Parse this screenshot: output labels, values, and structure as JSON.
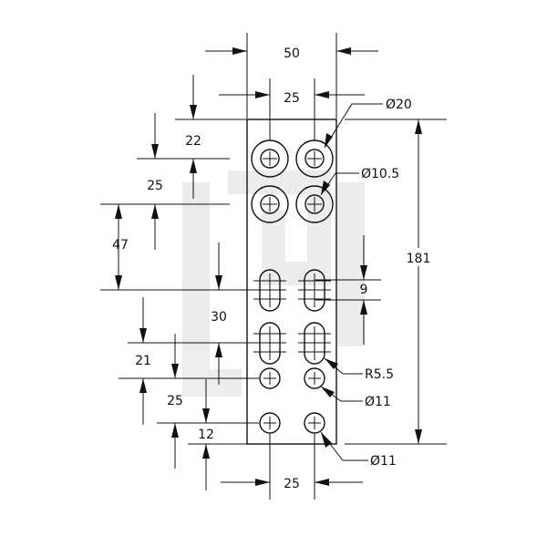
{
  "dimensions": {
    "top_width": "50",
    "hole_pitch_top": "25",
    "top_offset": "22",
    "row_pitch": "25",
    "to_slots": "47",
    "slot_gap": "30",
    "slot_row": "21",
    "round_pitch": "25",
    "bottom_offset": "12",
    "slot_width": "9",
    "total_height": "181",
    "hole_pitch_bottom": "25"
  },
  "callouts": {
    "big_hole": "Ø20",
    "small_hole": "Ø10.5",
    "slot_radius": "R5.5",
    "round_hole_1": "Ø11",
    "round_hole_2": "Ø11"
  }
}
